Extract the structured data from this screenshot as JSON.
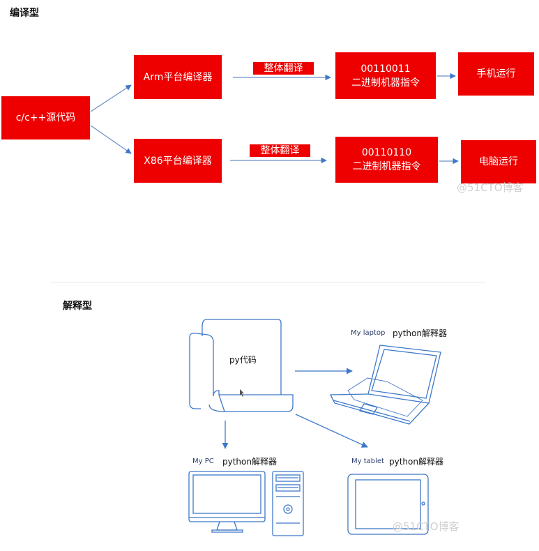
{
  "compiled": {
    "title": "编译型",
    "source_box": "c/c++源代码",
    "arm_compiler": "Arm平台编译器",
    "x86_compiler": "X86平台编译器",
    "arm_translate": "整体翻译",
    "x86_translate": "整体翻译",
    "arm_binary": "00110011",
    "arm_binary_desc": "二进制机器指令",
    "x86_binary": "00110110",
    "x86_binary_desc": "二进制机器指令",
    "phone_run": "手机运行",
    "pc_run": "电脑运行"
  },
  "interpreted": {
    "title": "解释型",
    "py_code": "py代码",
    "laptop_device": "My laptop",
    "laptop_interp": "python解释器",
    "pc_device": "My PC",
    "pc_interp": "python解释器",
    "tablet_device": "My tablet",
    "tablet_interp": "python解释器"
  },
  "watermarks": {
    "top": "@51CTO博客",
    "bottom": "@51CTO博客"
  },
  "colors": {
    "box_red": "#ee0000",
    "arrow_blue": "#3d78c8",
    "device_blue": "#3d78c8"
  }
}
